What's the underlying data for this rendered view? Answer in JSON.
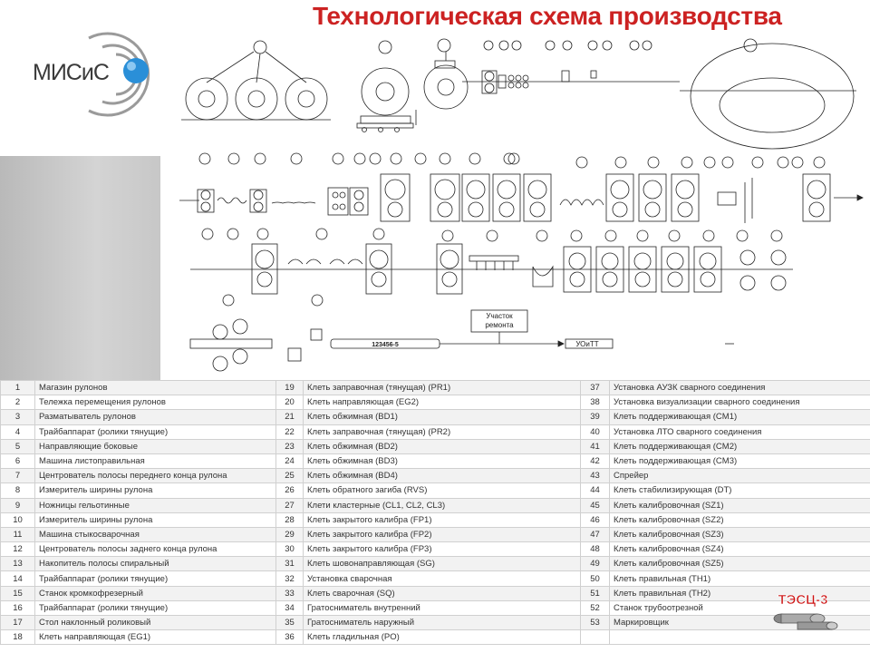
{
  "title": "Технологическая схема производства",
  "logo": {
    "text": "МИСиС",
    "colors": {
      "blue": "#2a8fd8",
      "gray": "#8a8a8a"
    }
  },
  "badge": {
    "text": "ТЭСЦ-3",
    "color": "#cc1111"
  },
  "diagram": {
    "labels": {
      "repair": [
        "Участок",
        "ремонта"
      ],
      "pipe_mark": "123456-5",
      "output": "УОиТТ"
    }
  },
  "legend": {
    "col1": [
      {
        "n": "1",
        "t": "Магазин рулонов"
      },
      {
        "n": "2",
        "t": "Тележка перемещения рулонов"
      },
      {
        "n": "3",
        "t": "Разматыватель рулонов"
      },
      {
        "n": "4",
        "t": "Трайбаппарат (ролики тянущие)"
      },
      {
        "n": "5",
        "t": "Направляющие боковые"
      },
      {
        "n": "6",
        "t": "Машина листоправильная"
      },
      {
        "n": "7",
        "t": "Центрователь полосы переднего конца рулона"
      },
      {
        "n": "8",
        "t": "Измеритель ширины рулона"
      },
      {
        "n": "9",
        "t": "Ножницы гельотинные"
      },
      {
        "n": "10",
        "t": "Измеритель ширины рулона"
      },
      {
        "n": "11",
        "t": "Машина стыкосварочная"
      },
      {
        "n": "12",
        "t": "Центрователь полосы заднего конца рулона"
      },
      {
        "n": "13",
        "t": "Накопитель полосы спиральный"
      },
      {
        "n": "14",
        "t": "Трайбаппарат (ролики тянущие)"
      },
      {
        "n": "15",
        "t": "Станок кромкофрезерный"
      },
      {
        "n": "16",
        "t": "Трайбаппарат (ролики тянущие)"
      },
      {
        "n": "17",
        "t": "Стол наклонный роликовый"
      },
      {
        "n": "18",
        "t": "Клеть направляющая (EG1)"
      }
    ],
    "col2": [
      {
        "n": "19",
        "t": "Клеть заправочная (тянущая) (PR1)"
      },
      {
        "n": "20",
        "t": "Клеть направляющая (EG2)"
      },
      {
        "n": "21",
        "t": "Клеть обжимная (BD1)"
      },
      {
        "n": "22",
        "t": "Клеть заправочная (тянущая) (PR2)"
      },
      {
        "n": "23",
        "t": "Клеть обжимная (BD2)"
      },
      {
        "n": "24",
        "t": "Клеть обжимная (BD3)"
      },
      {
        "n": "25",
        "t": "Клеть обжимная (BD4)"
      },
      {
        "n": "26",
        "t": "Клеть обратного загиба (RVS)"
      },
      {
        "n": "27",
        "t": "Клети кластерные (CL1, CL2, CL3)"
      },
      {
        "n": "28",
        "t": "Клеть закрытого калибра (FP1)"
      },
      {
        "n": "29",
        "t": "Клеть закрытого калибра (FP2)"
      },
      {
        "n": "30",
        "t": "Клеть закрытого калибра (FP3)"
      },
      {
        "n": "31",
        "t": "Клеть шовонаправляющая (SG)"
      },
      {
        "n": "32",
        "t": "Установка сварочная"
      },
      {
        "n": "33",
        "t": "Клеть сварочная (SQ)"
      },
      {
        "n": "34",
        "t": "Гратосниматель внутренний"
      },
      {
        "n": "35",
        "t": "Гратосниматель наружный"
      },
      {
        "n": "36",
        "t": "Клеть гладильная (PO)"
      }
    ],
    "col3": [
      {
        "n": "37",
        "t": "Установка АУЗК сварного соединения"
      },
      {
        "n": "38",
        "t": "Установка визуализации сварного соединения"
      },
      {
        "n": "39",
        "t": "Клеть поддерживающая (CM1)"
      },
      {
        "n": "40",
        "t": "Установка ЛТО сварного соединения"
      },
      {
        "n": "41",
        "t": "Клеть поддерживающая (CM2)"
      },
      {
        "n": "42",
        "t": "Клеть поддерживающая (CM3)"
      },
      {
        "n": "43",
        "t": "Спрейер"
      },
      {
        "n": "44",
        "t": "Клеть стабилизирующая (DT)"
      },
      {
        "n": "45",
        "t": "Клеть калибровочная (SZ1)"
      },
      {
        "n": "46",
        "t": "Клеть калибровочная (SZ2)"
      },
      {
        "n": "47",
        "t": "Клеть калибровочная (SZ3)"
      },
      {
        "n": "48",
        "t": "Клеть калибровочная (SZ4)"
      },
      {
        "n": "49",
        "t": "Клеть калибровочная (SZ5)"
      },
      {
        "n": "50",
        "t": "Клеть правильная (TH1)"
      },
      {
        "n": "51",
        "t": "Клеть правильная (TH2)"
      },
      {
        "n": "52",
        "t": "Станок трубоотрезной"
      },
      {
        "n": "53",
        "t": "Маркировщик"
      },
      {
        "n": "",
        "t": ""
      }
    ]
  }
}
